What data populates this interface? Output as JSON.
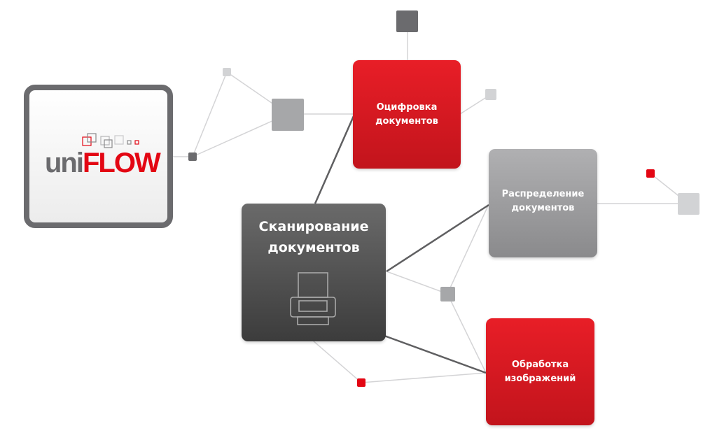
{
  "logo": {
    "prefix": "uni",
    "suffix": "FLOW"
  },
  "nodes": {
    "scan": {
      "line1": "Сканирование",
      "line2": "документов",
      "icon": "scanner-icon"
    },
    "digitize": {
      "line1": "Оцифровка",
      "line2": "документов"
    },
    "distribute": {
      "line1": "Распределение",
      "line2": "документов"
    },
    "process": {
      "line1": "Обработка",
      "line2": "изображений"
    }
  },
  "colors": {
    "red": "#e30613",
    "dark_gray": "#4a4a4a",
    "mid_gray": "#9d9d9f",
    "light_gray": "#d2d3d5",
    "logo_gray": "#6b6b6e"
  }
}
